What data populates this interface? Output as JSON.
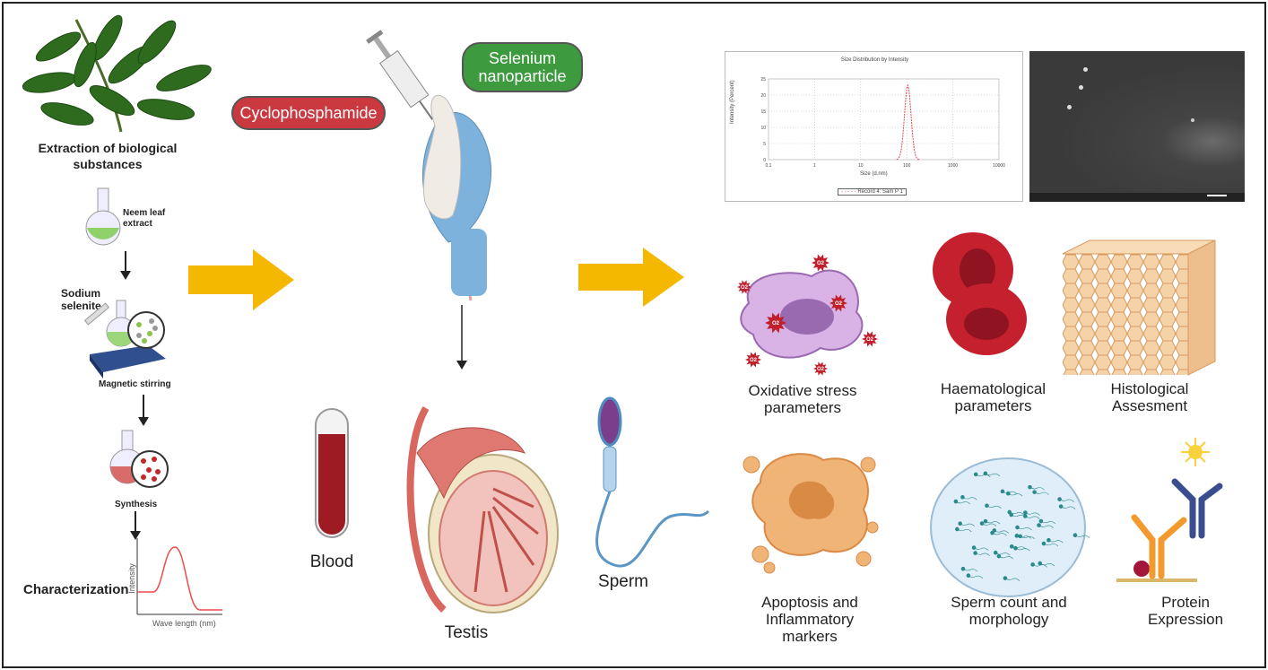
{
  "left_panel": {
    "extraction_label": "Extraction of biological substances",
    "neem_label": "Neem leaf extract",
    "sodium_label": "Sodium selenite",
    "stirring_label": "Magnetic stirring",
    "synthesis_label": "Synthesis",
    "characterization_label": "Characterization",
    "graph_ylabel": "Intensity",
    "graph_xlabel": "Wave length (nm)"
  },
  "treatment": {
    "cyclophosphamide": "Cyclophosphamide",
    "selenium": "Selenium nanoparticle"
  },
  "samples": {
    "blood": "Blood",
    "testis": "Testis",
    "sperm": "Sperm"
  },
  "dls_chart": {
    "title": "Size Distribution by Intensity",
    "xlabel": "Size (d.nm)",
    "ylabel": "Intensity (Percent)",
    "xticks": [
      "0.1",
      "1",
      "10",
      "100",
      "1000",
      "10000"
    ],
    "yticks": [
      "0",
      "5",
      "10",
      "15",
      "20",
      "25"
    ],
    "legend": "Record 4: Sam P 1",
    "series_color": "#e84a4a"
  },
  "outcomes": {
    "oxidative": "Oxidative stress parameters",
    "haematological": "Haematological parameters",
    "histological": "Histological Assesment",
    "apoptosis": "Apoptosis and Inflammatory markers",
    "sperm_count": "Sperm count and morphology",
    "protein": "Protein Expression",
    "ros_label": "O2"
  },
  "colors": {
    "arrow": "#f5b800",
    "cyclophosphamide": "#c9393f",
    "selenium": "#3d9a3f"
  }
}
